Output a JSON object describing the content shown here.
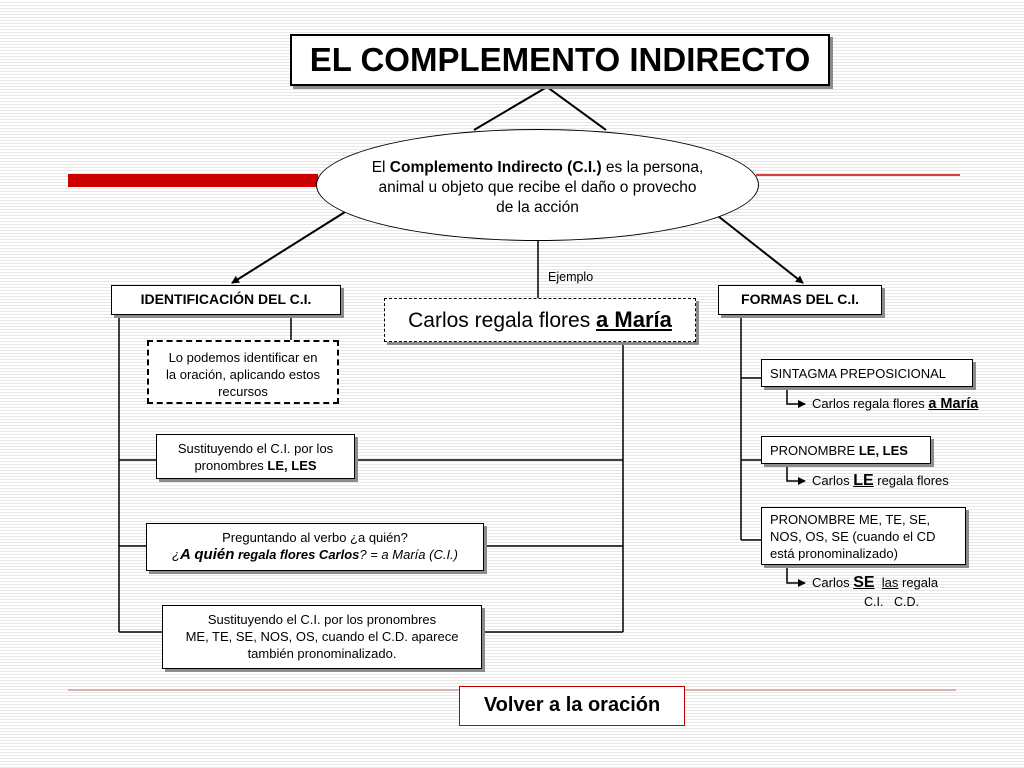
{
  "title": "EL COMPLEMENTO INDIRECTO",
  "definition": {
    "prefix": "El ",
    "term": "Complemento Indirecto (C.I.)",
    "rest_line1": " es la persona,",
    "line2": "animal u objeto que recibe el daño o provecho",
    "line3": "de la acción"
  },
  "example": {
    "caption": "Ejemplo",
    "sentence": "Carlos regala flores ",
    "ci": "a María"
  },
  "identificacion": {
    "heading": "IDENTIFICACIÓN DEL C.I.",
    "intro": [
      "Lo podemos identificar en",
      "la oración, aplicando estos",
      "recursos"
    ],
    "method1": {
      "line1": "Sustituyendo el C.I.  por los",
      "line2_pre": "pronombres ",
      "line2_bold": "LE, LES"
    },
    "method2": {
      "line1": "Preguntando al verbo ¿a quién?",
      "q_open": "¿",
      "q_bold": "A quién",
      "q_mid": " regala flores Carlos",
      "q_tail": "? = a María (C.I.)"
    },
    "method3": {
      "line1": "Sustituyendo el C.I. por los pronombres",
      "line2": "ME, TE, SE, NOS, OS, cuando el C.D. aparece",
      "line3": "también pronominalizado."
    }
  },
  "formas": {
    "heading": "FORMAS DEL C.I.",
    "f1": {
      "label": "SINTAGMA PREPOSICIONAL",
      "ex_pre": "Carlos regala flores ",
      "ex_ci": "a María"
    },
    "f2": {
      "label_pre": "PRONOMBRE ",
      "label_bold": "LE, LES",
      "ex_pre": "Carlos ",
      "ex_ci": "LE",
      "ex_post": " regala flores"
    },
    "f3": {
      "line1": "PRONOMBRE  ME, TE, SE,",
      "line2": "NOS, OS, SE (cuando el CD",
      "line3": "está  pronominalizado)",
      "ex_pre": "Carlos ",
      "ex_ci": "SE",
      "ex_cd": "las",
      "ex_post": " regala",
      "cap_ci": "C.I.",
      "cap_cd": "C.D."
    }
  },
  "back_button": "Volver a la oración",
  "colors": {
    "accent_red": "#c00000",
    "stripe_gray": "#e7e7e7"
  }
}
